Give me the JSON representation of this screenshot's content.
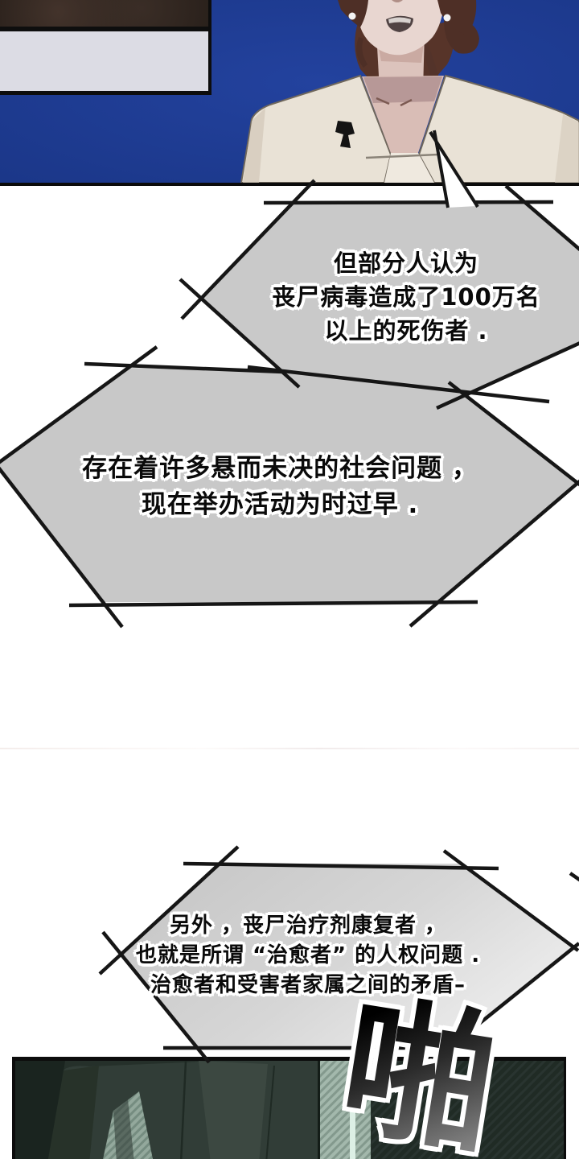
{
  "speech_bubbles": [
    {
      "id": "bubble-1",
      "lines": [
        "但部分人认为",
        "丧尸病毒造成了100万名",
        "以上的死伤者 ."
      ]
    },
    {
      "id": "bubble-2",
      "lines": [
        "存在着许多悬而未决的社会问题 ，",
        "现在举办活动为时过早 ."
      ]
    },
    {
      "id": "bubble-3",
      "lines": [
        "另外 ，丧尸治疗剂康复者 ，",
        "也就是所谓 “治愈者” 的人权问题 .",
        "治愈者和受害者家属之间的矛盾–"
      ]
    }
  ],
  "sfx": {
    "text": "啪"
  },
  "colors": {
    "page_bg": "#ffffff",
    "news_panel_blue": "#1e3c96",
    "bubble_gray": "#c8c8c8",
    "outline_ink": "#161616",
    "caption_box": "#dcdce4",
    "bottom_panel_green": "#25302a",
    "jacket_cream": "#e9e2d6",
    "skin": "#e8d6d0"
  }
}
